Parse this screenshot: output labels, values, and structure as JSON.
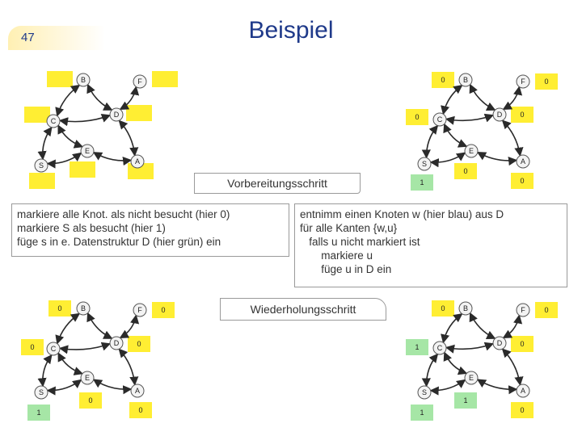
{
  "slide": {
    "number": "47",
    "title": "Beispiel"
  },
  "colors": {
    "label_fill": "#ffee33",
    "source_fill": "#a6e6a6",
    "edge": "#2a2a2a",
    "node_fill": "#f3f3f3",
    "text": "#1f3a8a"
  },
  "callouts": {
    "prep": "Vorbereitungsschritt",
    "repeat": "Wiederholungsschritt",
    "left_lines": [
      "markiere alle Knot. als nicht besucht (hier 0)",
      "markiere S als besucht (hier 1)",
      "füge s in e. Datenstruktur D (hier grün) ein"
    ],
    "right_lines": [
      "entnimm einen Knoten w (hier blau) aus D",
      "für alle Kanten {w,u}",
      "   falls u nicht markiert ist",
      "       markiere u",
      "       füge u in D ein"
    ]
  },
  "graphs": [
    {
      "id": "top-left",
      "nodes": {
        "B": "B",
        "F": "F",
        "C": "C",
        "D": "D",
        "E": "E",
        "S": "S",
        "A": "A"
      },
      "labels": {
        "B": "",
        "F": "",
        "C": "",
        "D": "",
        "E": "",
        "S": "",
        "A": ""
      }
    },
    {
      "id": "top-right",
      "nodes": {
        "B": "B",
        "F": "F",
        "C": "C",
        "D": "D",
        "E": "E",
        "S": "S",
        "A": "A"
      },
      "labels": {
        "B": "0",
        "F": "0",
        "C": "0",
        "D": "0",
        "E": "0",
        "S": "1",
        "A": "0"
      }
    },
    {
      "id": "bottom-left",
      "nodes": {
        "B": "B",
        "F": "F",
        "C": "C",
        "D": "D",
        "E": "E",
        "S": "S",
        "A": "A"
      },
      "labels": {
        "B": "0",
        "F": "0",
        "C": "0",
        "D": "0",
        "E": "0",
        "S": "1",
        "A": "0"
      }
    },
    {
      "id": "bottom-right",
      "nodes": {
        "B": "B",
        "F": "F",
        "C": "C",
        "D": "D",
        "E": "E",
        "S": "S",
        "A": "A"
      },
      "labels": {
        "B": "0",
        "F": "0",
        "C": "1",
        "D": "0",
        "E": "1",
        "S": "1",
        "A": "0"
      }
    }
  ]
}
